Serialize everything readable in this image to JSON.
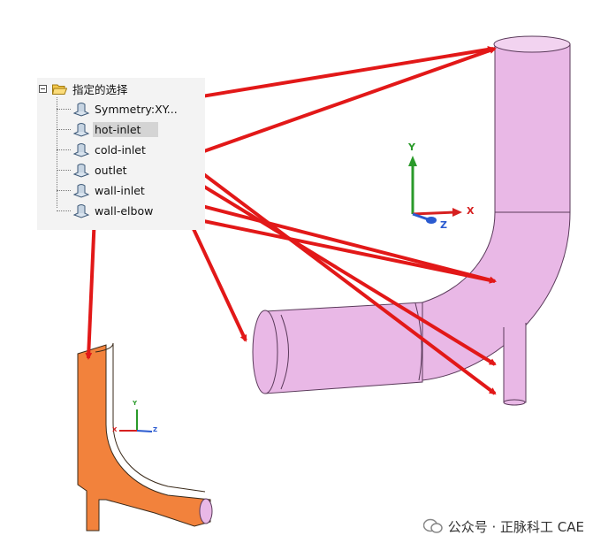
{
  "tree": {
    "root_label": "指定的选择",
    "items": [
      {
        "label": "Symmetry:XY...",
        "selected": false
      },
      {
        "label": "hot-inlet",
        "selected": true
      },
      {
        "label": "cold-inlet",
        "selected": false
      },
      {
        "label": "outlet",
        "selected": false
      },
      {
        "label": "wall-inlet",
        "selected": false
      },
      {
        "label": "wall-elbow",
        "selected": false
      }
    ]
  },
  "axes_large": {
    "x": "X",
    "y": "Y",
    "z": "Z"
  },
  "axes_small": {
    "x": "X",
    "y": "Y",
    "z": "Z"
  },
  "colors": {
    "pipe_fill": "#e9b8e6",
    "pipe_stroke": "#5a3a5a",
    "symmetry_fill": "#f2823c",
    "arrow": "#e21818",
    "axis_x": "#d62020",
    "axis_y": "#2a9a2a",
    "axis_z": "#2a5ad0",
    "tree_bg": "#f3f3f3",
    "selected_bg": "#d4d4d4"
  },
  "watermark": {
    "text": "公众号 · 正脉科工 CAE"
  }
}
